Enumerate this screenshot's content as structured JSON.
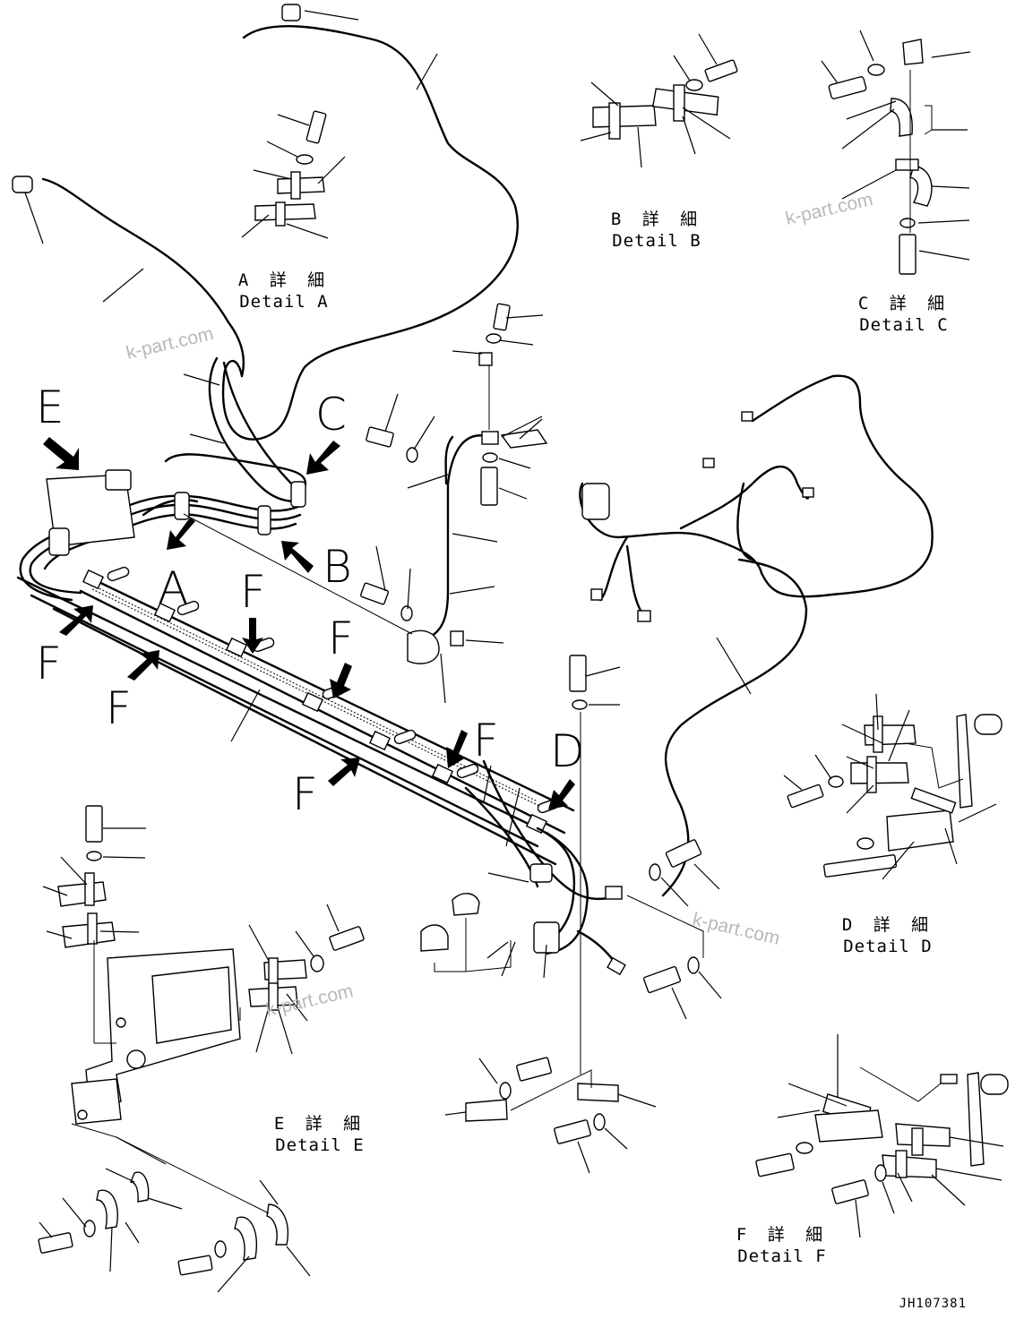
{
  "details": [
    {
      "id": "A",
      "jp": "A 詳 細",
      "en": "Detail A"
    },
    {
      "id": "B",
      "jp": "B 詳 細",
      "en": "Detail B"
    },
    {
      "id": "C",
      "jp": "C 詳 細",
      "en": "Detail C"
    },
    {
      "id": "D",
      "jp": "D 詳 細",
      "en": "Detail D"
    },
    {
      "id": "E",
      "jp": "E 詳 細",
      "en": "Detail E"
    },
    {
      "id": "F",
      "jp": "F 詳 細",
      "en": "Detail F"
    }
  ],
  "view_letters": {
    "A": "A",
    "B": "B",
    "C": "C",
    "D": "D",
    "E": "E",
    "F1": "F",
    "F2": "F",
    "F3": "F",
    "F4": "F",
    "F5": "F",
    "F6": "F"
  },
  "watermark": "k-part.com",
  "drawing_code": "JH107381"
}
